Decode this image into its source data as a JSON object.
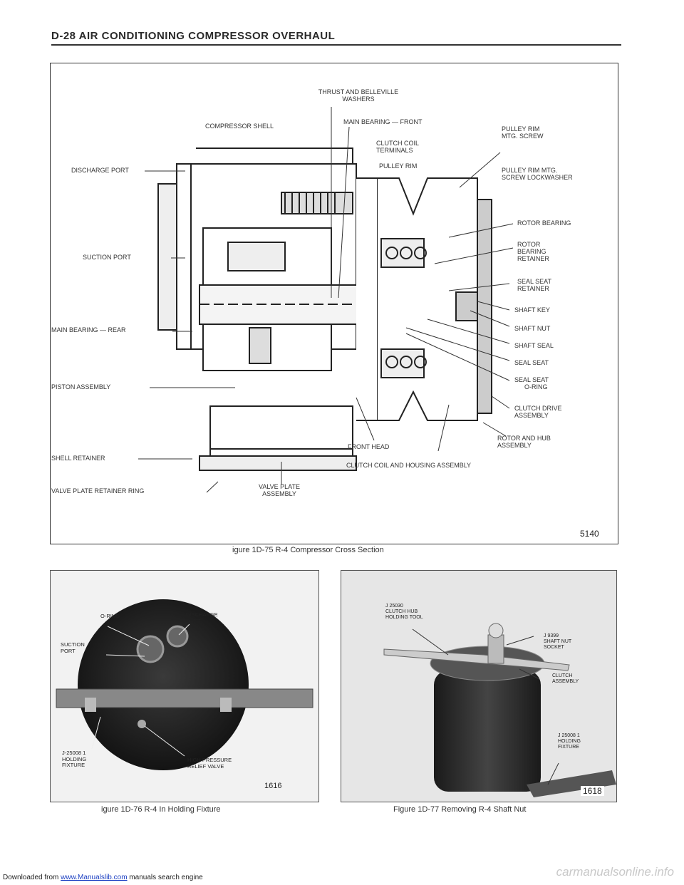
{
  "header": {
    "title": "D-28 AIR CONDITIONING COMPRESSOR OVERHAUL"
  },
  "figure1": {
    "labels": {
      "thrust_washers_1": "THRUST AND BELLEVILLE",
      "thrust_washers_2": "WASHERS",
      "compressor_shell": "COMPRESSOR SHELL",
      "main_bearing_front": "MAIN BEARING — FRONT",
      "clutch_coil_terminals_1": "CLUTCH COIL",
      "clutch_coil_terminals_2": "TERMINALS",
      "pulley_rim_screw_1": "PULLEY RIM",
      "pulley_rim_screw_2": "MTG. SCREW",
      "discharge_port": "DISCHARGE PORT",
      "pulley_rim": "PULLEY RIM",
      "pulley_lockwasher_1": "PULLEY RIM MTG.",
      "pulley_lockwasher_2": "SCREW LOCKWASHER",
      "rotor_bearing": "ROTOR BEARING",
      "rotor_bearing_retainer_1": "ROTOR",
      "rotor_bearing_retainer_2": "BEARING",
      "rotor_bearing_retainer_3": "RETAINER",
      "suction_port": "SUCTION PORT",
      "seal_seat_retainer_1": "SEAL SEAT",
      "seal_seat_retainer_2": "RETAINER",
      "shaft_key": "SHAFT KEY",
      "main_bearing_rear": "MAIN BEARING — REAR",
      "shaft_nut": "SHAFT NUT",
      "shaft_seal": "SHAFT SEAL",
      "seal_seat": "SEAL SEAT",
      "piston_assembly": "PISTON ASSEMBLY",
      "seal_seat_oring_1": "SEAL SEAT",
      "seal_seat_oring_2": "O-RING",
      "clutch_drive_1": "CLUTCH DRIVE",
      "clutch_drive_2": "ASSEMBLY",
      "rotor_hub_1": "ROTOR AND HUB",
      "rotor_hub_2": "ASSEMBLY",
      "front_head": "FRONT HEAD",
      "shell_retainer": "SHELL RETAINER",
      "clutch_coil_housing": "CLUTCH COIL AND HOUSING ASSEMBLY",
      "valve_plate_retainer": "VALVE PLATE RETAINER RING",
      "valve_plate_1": "VALVE PLATE",
      "valve_plate_2": "ASSEMBLY"
    },
    "number": "5140",
    "caption": "igure 1D-75 R-4 Compressor Cross Section"
  },
  "figure2": {
    "labels": {
      "oring": "O-RING",
      "discharge_1": "DISCHARGE",
      "discharge_2": "PORT",
      "suction_1": "SUCTION",
      "suction_2": "PORT",
      "fixture_1": "J-25008 1",
      "fixture_2": "HOLDING",
      "fixture_3": "FIXTURE",
      "relief_1": "HIGH PRESSURE",
      "relief_2": "RELIEF VALVE"
    },
    "number": "1616",
    "caption": "igure 1D-76 R-4 In Holding Fixture"
  },
  "figure3": {
    "labels": {
      "hub_tool_1": "J 25030",
      "hub_tool_2": "CLUTCH HUB",
      "hub_tool_3": "HOLDING TOOL",
      "socket_1": "J 9399",
      "socket_2": "SHAFT NUT",
      "socket_3": "SOCKET",
      "clutch_1": "CLUTCH",
      "clutch_2": "ASSEMBLY",
      "fixture_1": "J 25008 1",
      "fixture_2": "HOLDING",
      "fixture_3": "FIXTURE"
    },
    "number": "1618",
    "caption": "Figure 1D-77 Removing R-4 Shaft Nut"
  },
  "footer": {
    "prefix": "Downloaded from ",
    "link": "www.Manualslib.com",
    "suffix": " manuals search engine",
    "watermark": "carmanualsonline.info"
  }
}
